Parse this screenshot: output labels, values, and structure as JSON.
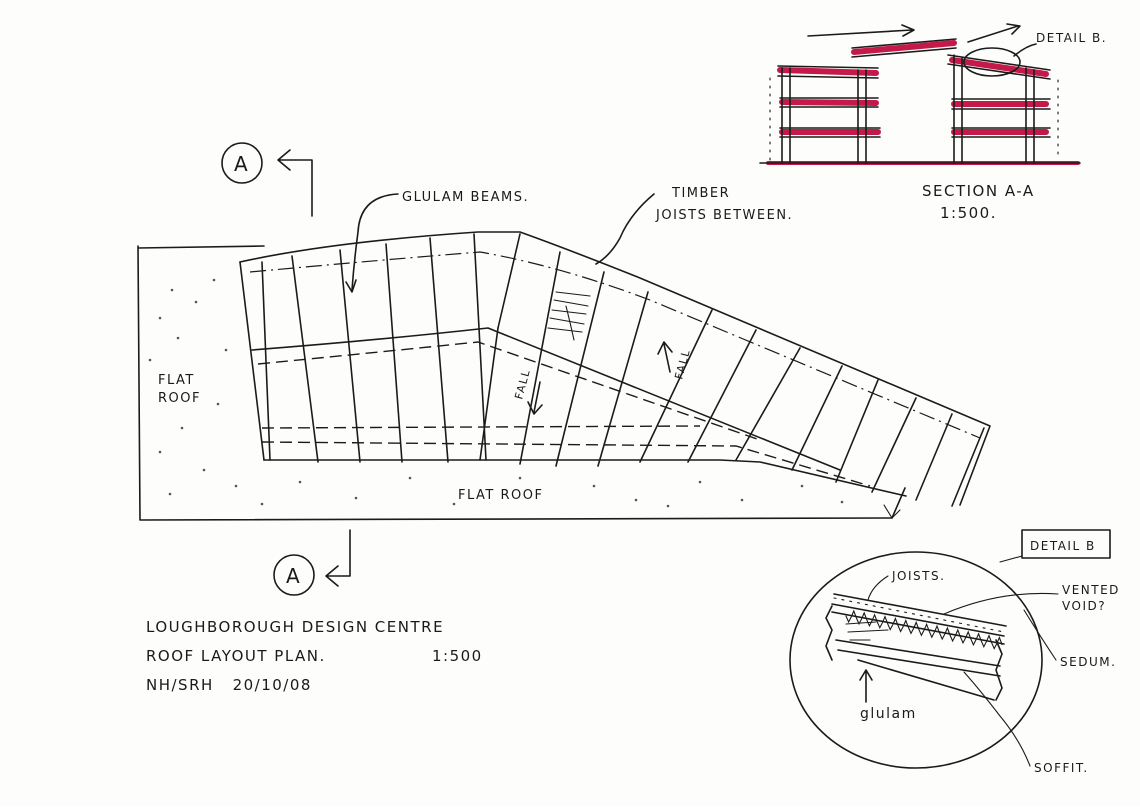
{
  "colors": {
    "ink": "#1b1b1b",
    "accent": "#c41a4a",
    "paper": "#fdfdfb"
  },
  "labels": {
    "section_marker": "A",
    "glulam_beams": "GLULAM BEAMS.",
    "timber_line1": "TIMBER",
    "timber_line2": "JOISTS BETWEEN.",
    "flat_roof_left_1": "FLAT",
    "flat_roof_left_2": "ROOF",
    "flat_roof_bottom": "FLAT ROOF",
    "fall_left": "FALL",
    "fall_right": "FALL"
  },
  "section": {
    "title": "SECTION A-A",
    "scale": "1:500.",
    "detail_label": "DETAIL B."
  },
  "title_block": {
    "line1": "LOUGHBOROUGH DESIGN CENTRE",
    "line2": "ROOF LAYOUT PLAN.",
    "scale": "1:500",
    "line3": "NH/SRH   20/10/08"
  },
  "detail_b": {
    "tag": "DETAIL B",
    "joists": "JOISTS.",
    "vented_1": "VENTED",
    "vented_2": "VOID?",
    "sedum": "SEDUM.",
    "glulam": "glulam",
    "soffit": "SOFFIT."
  }
}
